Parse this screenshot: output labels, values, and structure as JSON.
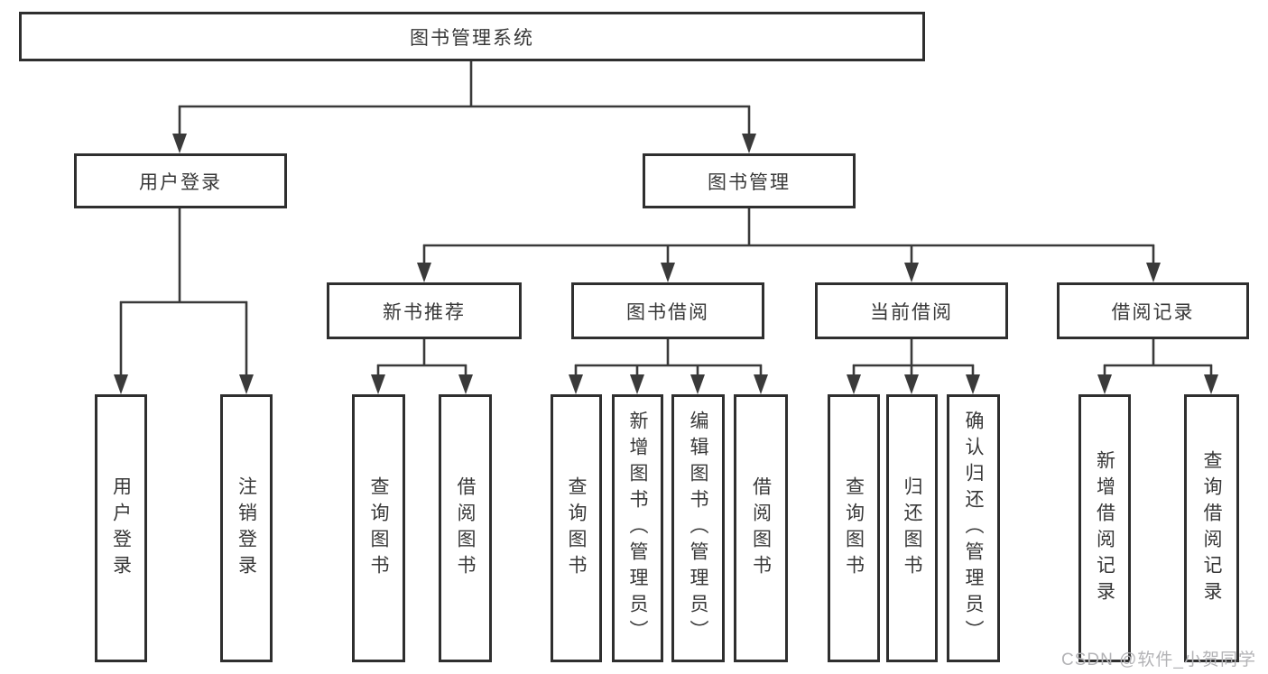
{
  "diagram": {
    "colors": {
      "line": "#3a3a3a",
      "box_border": "#2f2f2f",
      "background": "#ffffff",
      "watermark": "#b3b3b6"
    },
    "tree": {
      "label": "图书管理系统",
      "children": [
        {
          "label": "用户登录",
          "children": [
            {
              "label": "用户登录"
            },
            {
              "label": "注销登录"
            }
          ]
        },
        {
          "label": "图书管理",
          "children": [
            {
              "label": "新书推荐",
              "children": [
                {
                  "label": "查询图书"
                },
                {
                  "label": "借阅图书"
                }
              ]
            },
            {
              "label": "图书借阅",
              "children": [
                {
                  "label": "查询图书"
                },
                {
                  "label": "新增图书（管理员）"
                },
                {
                  "label": "编辑图书（管理员）"
                },
                {
                  "label": "借阅图书"
                }
              ]
            },
            {
              "label": "当前借阅",
              "children": [
                {
                  "label": "查询图书"
                },
                {
                  "label": "归还图书"
                },
                {
                  "label": "确认归还（管理员）"
                }
              ]
            },
            {
              "label": "借阅记录",
              "children": [
                {
                  "label": "新增借阅记录"
                },
                {
                  "label": "查询借阅记录"
                }
              ]
            }
          ]
        }
      ]
    }
  },
  "watermark": {
    "text": "CSDN @软件_小贺同学"
  }
}
